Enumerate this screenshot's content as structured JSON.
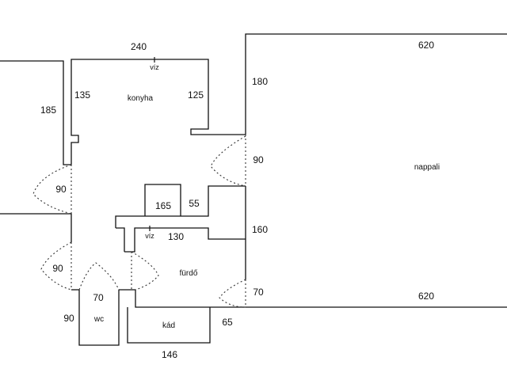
{
  "rooms": {
    "kitchen": "konyha",
    "living": "nappali",
    "bathroom": "fürdő",
    "toilet": "wc",
    "bathtub": "kád"
  },
  "water_labels": [
    "víz",
    "víz"
  ],
  "dimensions": {
    "kitchen_top": "240",
    "kitchen_left": "135",
    "kitchen_right": "125",
    "left_room": "185",
    "door_left_upper": "90",
    "door_left_lower": "90",
    "counter_block": "165",
    "counter_side": "55",
    "bath_wall": "130",
    "wc_width": "70",
    "wc_depth": "90",
    "tub_side": "65",
    "tub_length": "146",
    "living_top": "620",
    "living_bottom": "620",
    "living_left_upper": "180",
    "living_door_upper": "90",
    "living_left_middle": "160",
    "living_door_lower": "70"
  }
}
